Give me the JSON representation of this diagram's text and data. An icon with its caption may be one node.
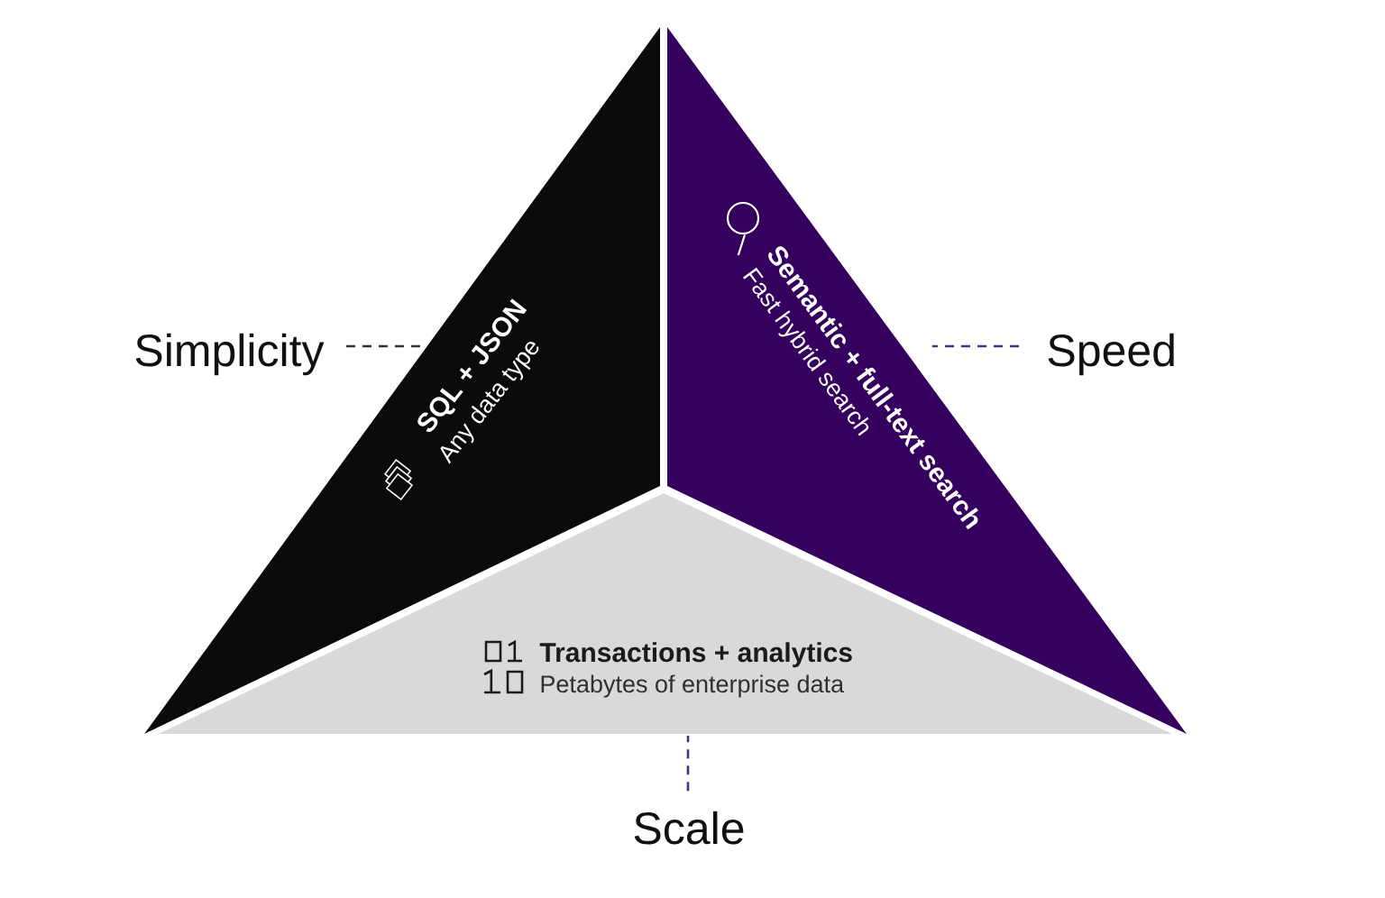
{
  "diagram": {
    "nodes": [
      {
        "text": [
          "Simplicity"
        ]
      },
      {
        "text": [
          "SQL + JSON",
          "Any data type"
        ]
      },
      {
        "text": [
          "Semantic + full-text search",
          "Fast hybrid search"
        ]
      },
      {
        "text": [
          "Speed"
        ]
      },
      {
        "text": [
          "Transactions + analytics",
          "Petabytes of enterprise data"
        ]
      },
      {
        "text": [
          "Scale"
        ]
      }
    ],
    "edges": [
      {
        "from": 0,
        "to": 1,
        "arrow": "none",
        "style": "dashed",
        "color": "#333333"
      },
      {
        "from": 3,
        "to": 2,
        "arrow": "none",
        "style": "dashed"
      },
      {
        "from": 5,
        "to": 4,
        "arrow": "none",
        "style": "dashed"
      }
    ]
  }
}
